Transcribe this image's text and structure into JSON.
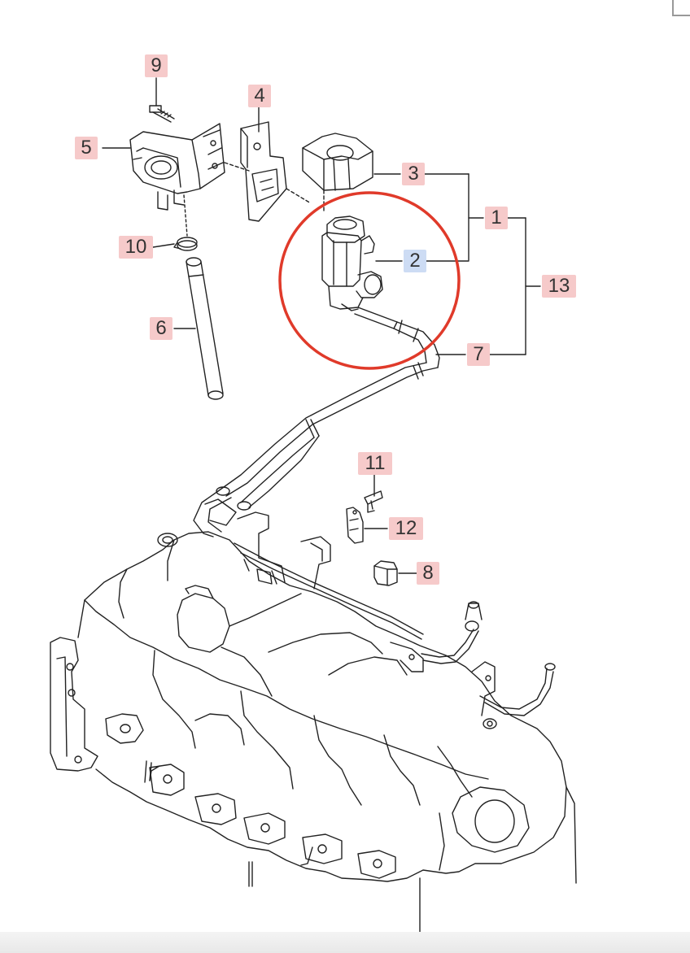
{
  "diagram": {
    "callouts": [
      {
        "id": "9",
        "text": "9",
        "style": "pink"
      },
      {
        "id": "4",
        "text": "4",
        "style": "pink"
      },
      {
        "id": "5",
        "text": "5",
        "style": "pink"
      },
      {
        "id": "3",
        "text": "3",
        "style": "pink"
      },
      {
        "id": "1",
        "text": "1",
        "style": "pink"
      },
      {
        "id": "10",
        "text": "10",
        "style": "pink"
      },
      {
        "id": "2",
        "text": "2",
        "style": "blue"
      },
      {
        "id": "13",
        "text": "13",
        "style": "pink"
      },
      {
        "id": "6",
        "text": "6",
        "style": "pink"
      },
      {
        "id": "7",
        "text": "7",
        "style": "pink"
      },
      {
        "id": "11",
        "text": "11",
        "style": "pink"
      },
      {
        "id": "12",
        "text": "12",
        "style": "pink"
      },
      {
        "id": "8",
        "text": "8",
        "style": "pink"
      }
    ],
    "highlight_color": "#e03a2a",
    "highlighted_part": "2"
  }
}
